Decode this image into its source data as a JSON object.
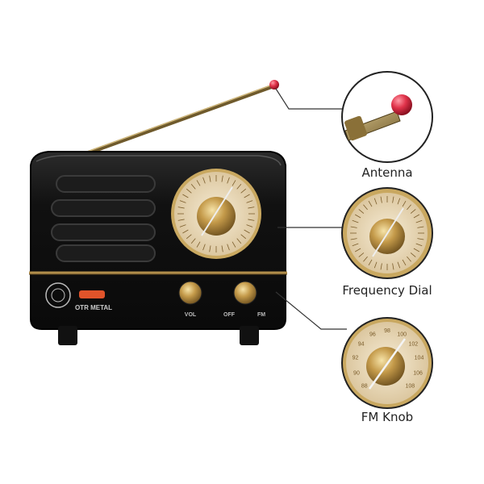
{
  "radio": {
    "brand_label": "OTR METAL",
    "knob_labels": [
      "VOL",
      "OFF",
      "FM"
    ],
    "dial_numbers": [
      "88",
      "90",
      "92",
      "94",
      "96",
      "98",
      "100",
      "102",
      "104",
      "106",
      "108"
    ]
  },
  "callouts": [
    {
      "label": "Antenna"
    },
    {
      "label": "Frequency Dial"
    },
    {
      "label": "FM Knob"
    }
  ],
  "colors": {
    "body": "#111111",
    "dial_face": "#e9d9b8",
    "brass": "#b08d4a",
    "antenna_tip": "#e0334a"
  }
}
